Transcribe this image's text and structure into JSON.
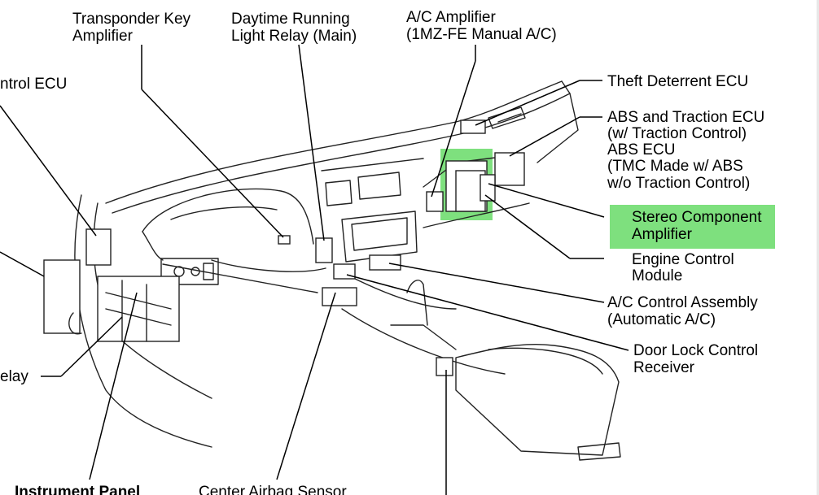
{
  "highlight_color": "#7ee07e",
  "labels": {
    "transponder": [
      "Transponder Key",
      "Amplifier"
    ],
    "drl": [
      "Daytime Running",
      "Light Relay (Main)"
    ],
    "ac_amp": [
      "A/C Amplifier",
      "(1MZ-FE Manual A/C)"
    ],
    "control_ecu": [
      "ntrol ECU"
    ],
    "theft": [
      "Theft Deterrent ECU"
    ],
    "abs": [
      "ABS and Traction ECU",
      "(w/ Traction Control)",
      "ABS ECU",
      "(TMC Made w/ ABS",
      " w/o Traction Control)"
    ],
    "stereo": [
      "Stereo Component",
      "Amplifier"
    ],
    "engine": [
      "Engine Control",
      "Module"
    ],
    "ac_control": [
      "A/C Control Assembly",
      "(Automatic A/C)"
    ],
    "door_lock": [
      "Door Lock Control",
      "Receiver"
    ],
    "relay": [
      "elay"
    ],
    "instrument": [
      "Instrument Panel"
    ],
    "airbag": [
      "Center Airbag Sensor"
    ]
  }
}
